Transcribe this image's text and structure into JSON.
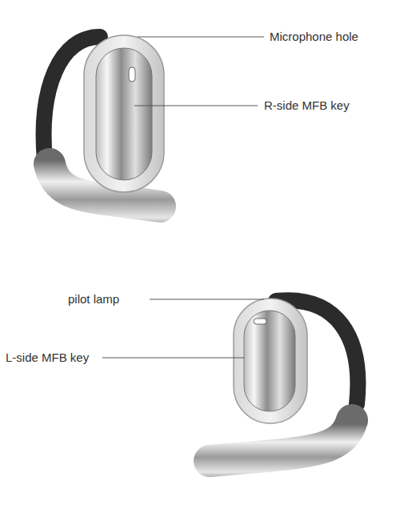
{
  "diagram": {
    "labels": [
      "Microphone hole",
      "R-side MFB key",
      "pilot lamp",
      "L-side MFB key"
    ]
  }
}
